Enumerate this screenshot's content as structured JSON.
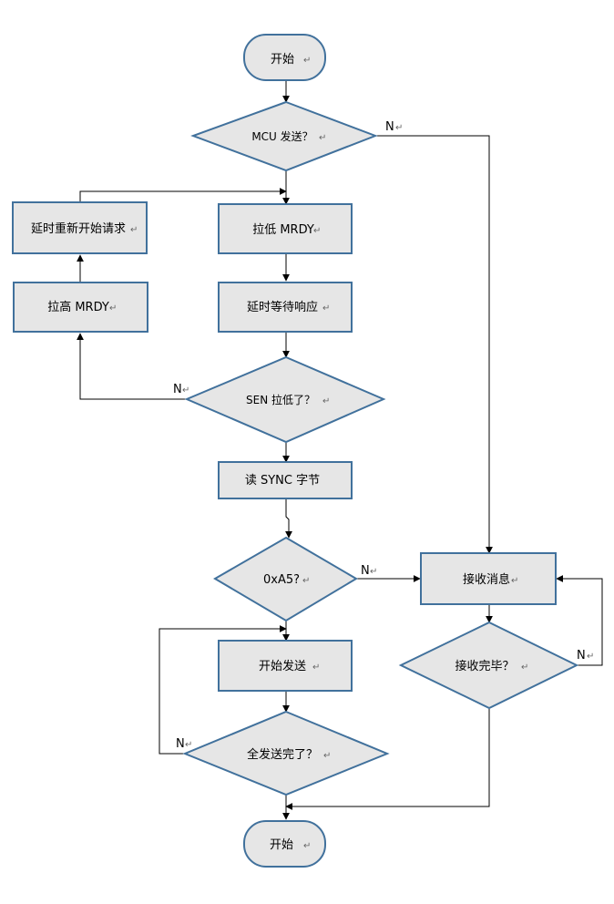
{
  "nodes": {
    "start": "开始",
    "mcu_send": "MCU 发送？",
    "delay_restart": "延时重新开始请求",
    "pull_low_mrdy": "拉低 MRDY",
    "pull_high_mrdy": "拉高 MRDY",
    "delay_wait": "延时等待响应",
    "sen_low": "SEN 拉低了？",
    "read_sync": "读 SYNC 字节",
    "check_a5": "0xA5?",
    "receive_msg": "接收消息",
    "start_send": "开始发送",
    "receive_done": "接收完毕？",
    "all_sent": "全发送完了？",
    "end": "开始"
  },
  "branch_labels": {
    "mcu_send_no": "N",
    "sen_low_no": "N",
    "check_a5_no": "N",
    "receive_done_no": "N",
    "all_sent_no": "N"
  },
  "paragraph_mark": "↵"
}
